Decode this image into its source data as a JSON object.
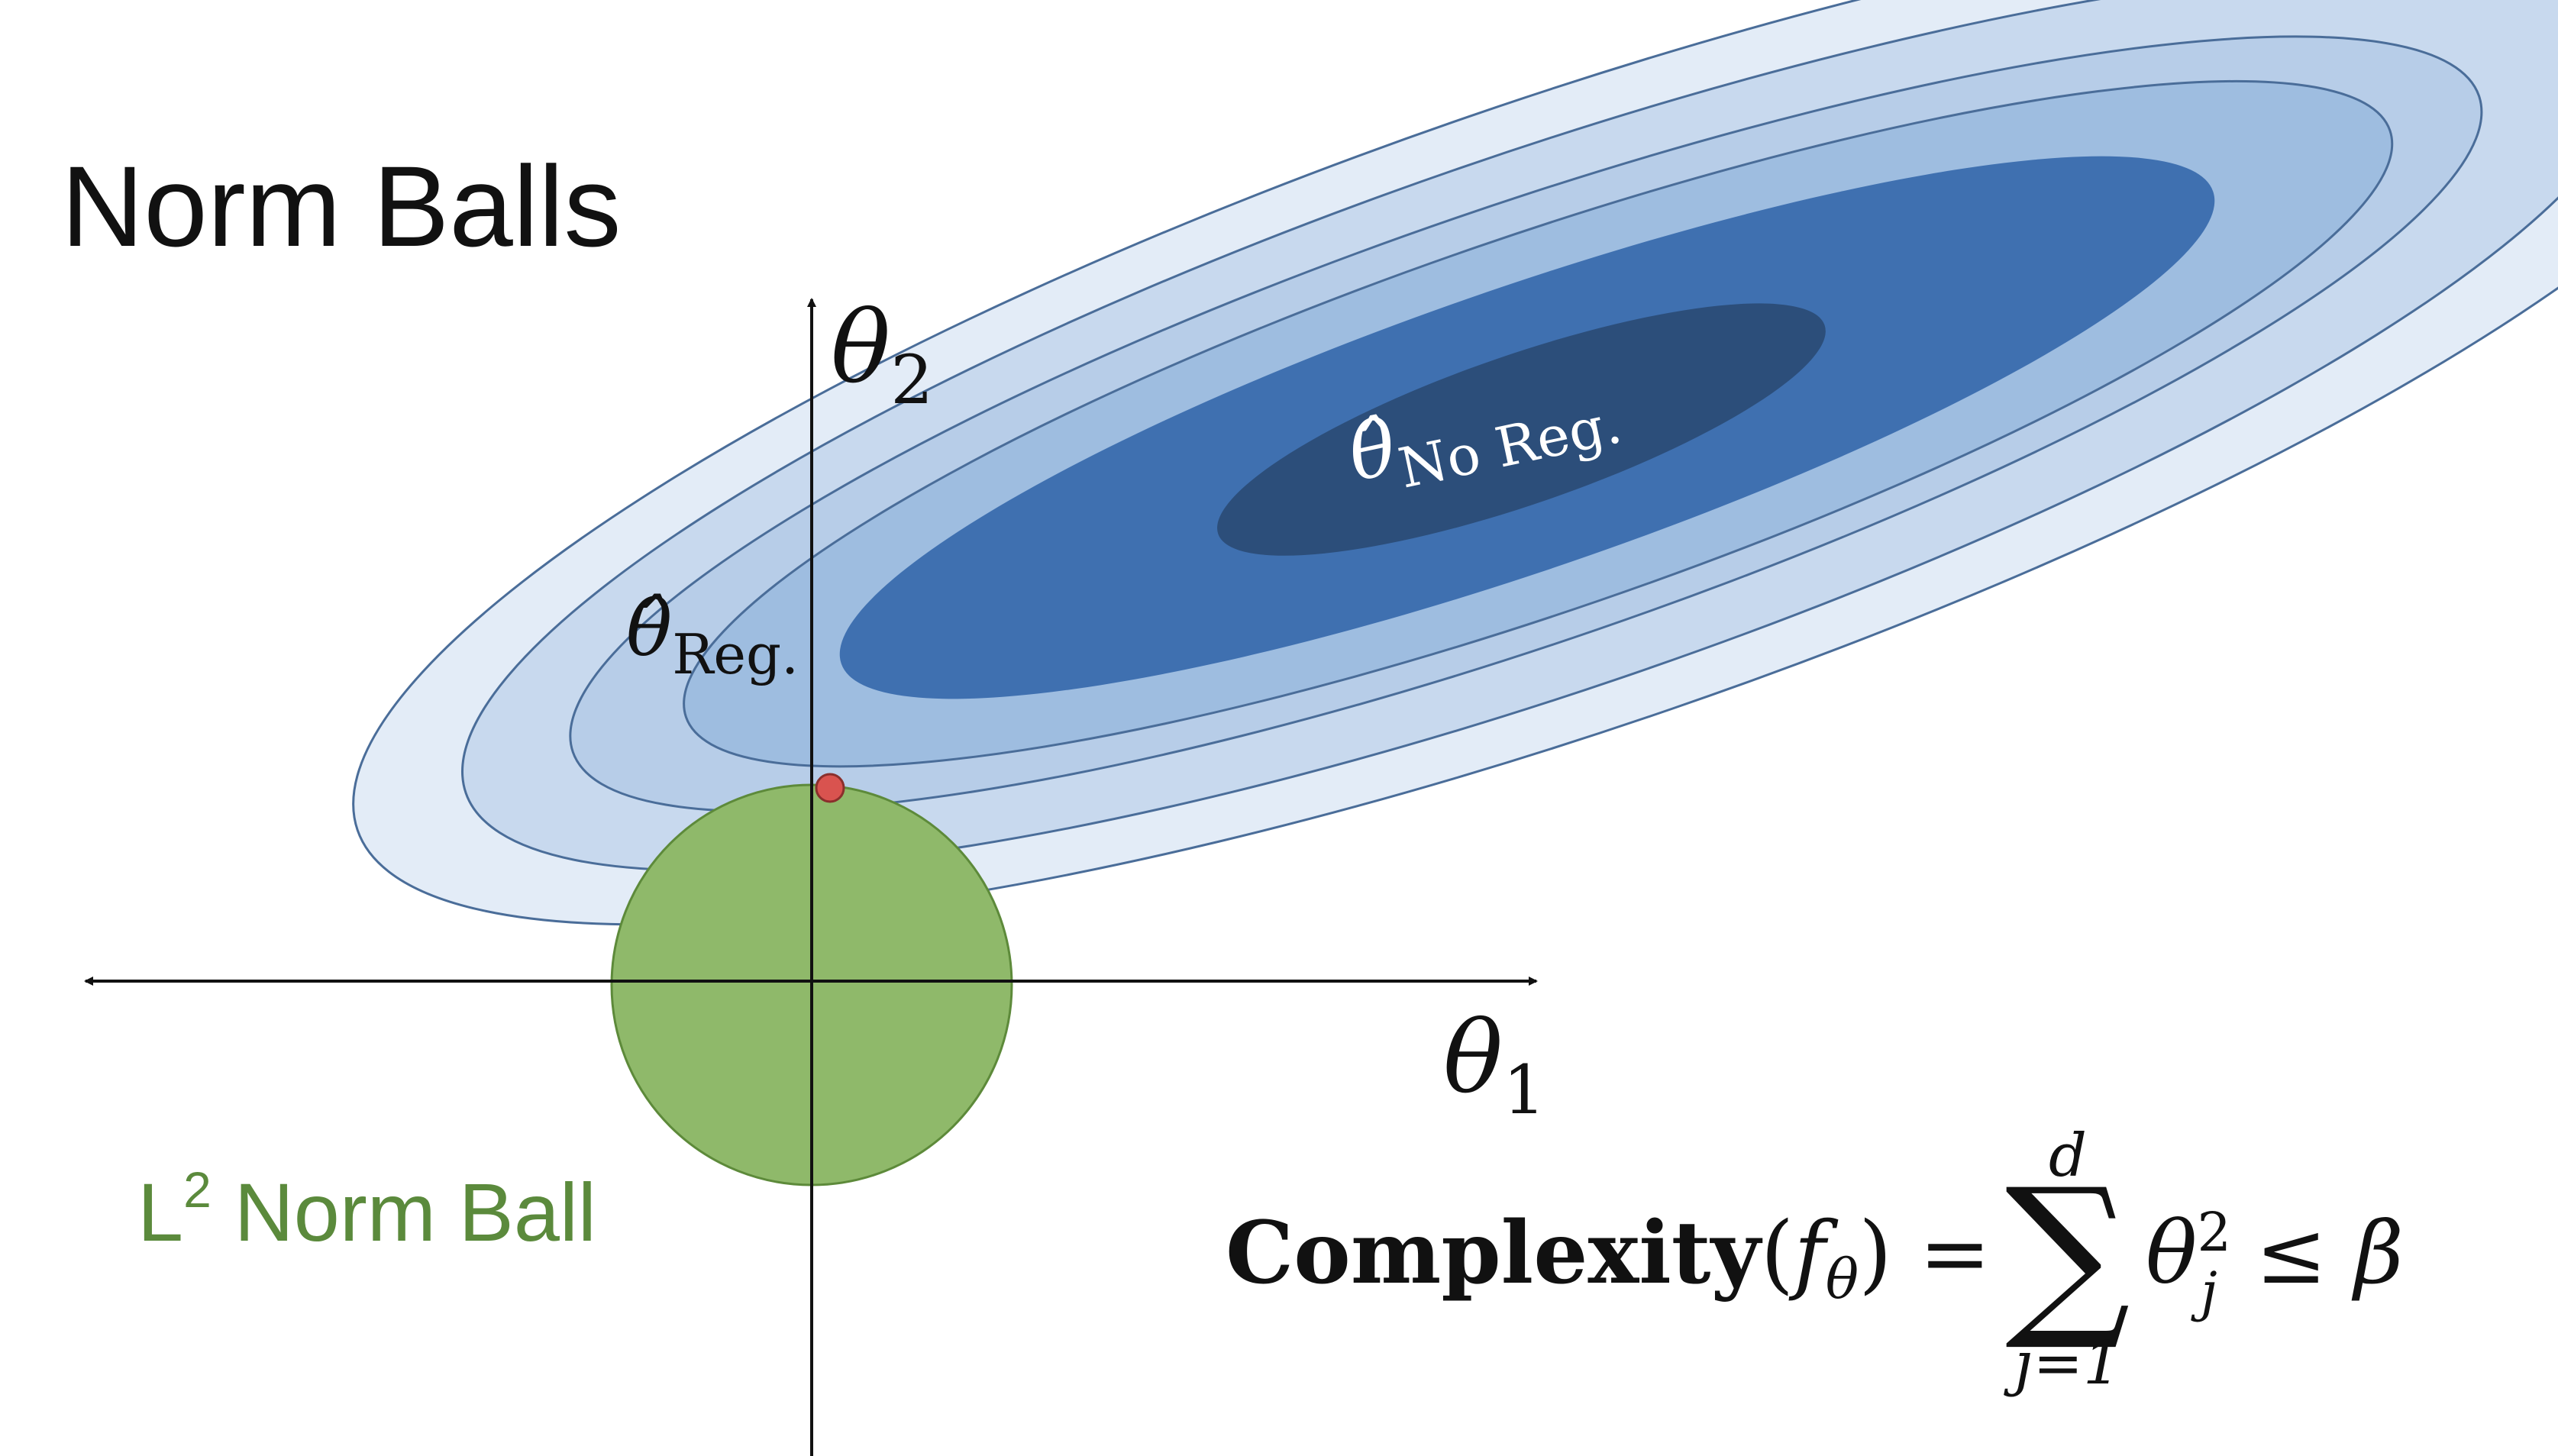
{
  "slide": {
    "title": "Norm Balls",
    "ball_label_prefix": "L",
    "ball_label_sup": "2",
    "ball_label_suffix": " Norm Ball"
  },
  "axes": {
    "x_label_var": "θ",
    "x_label_sub": "1",
    "y_label_var": "θ",
    "y_label_sub": "2"
  },
  "points": {
    "no_reg_var": "θ̂",
    "no_reg_sub": "No Reg.",
    "reg_var": "θ̂",
    "reg_sub": "Reg."
  },
  "formula": {
    "word": "Complexity",
    "open": "(",
    "f": "f",
    "f_sub": "θ",
    "close": ") =",
    "sum": "∑",
    "sum_top": "d",
    "sum_bottom": "j=1",
    "term_var": "θ",
    "term_sup": "2",
    "term_sub": "j",
    "rel": "≤ β"
  },
  "colors": {
    "contour_1": "#e3ecf7",
    "contour_2": "#c8d9ee",
    "contour_3": "#b7cde8",
    "contour_4": "#9ebde0",
    "contour_5": "#3f70b0",
    "contour_6": "#2c4e7a",
    "contour_stroke": "#4a6d99",
    "ball_fill": "#8fb96a",
    "ball_stroke": "#5d8a3a",
    "ball_label": "#5b8a3c",
    "point_fill": "#d9534f",
    "axis": "#111111"
  }
}
